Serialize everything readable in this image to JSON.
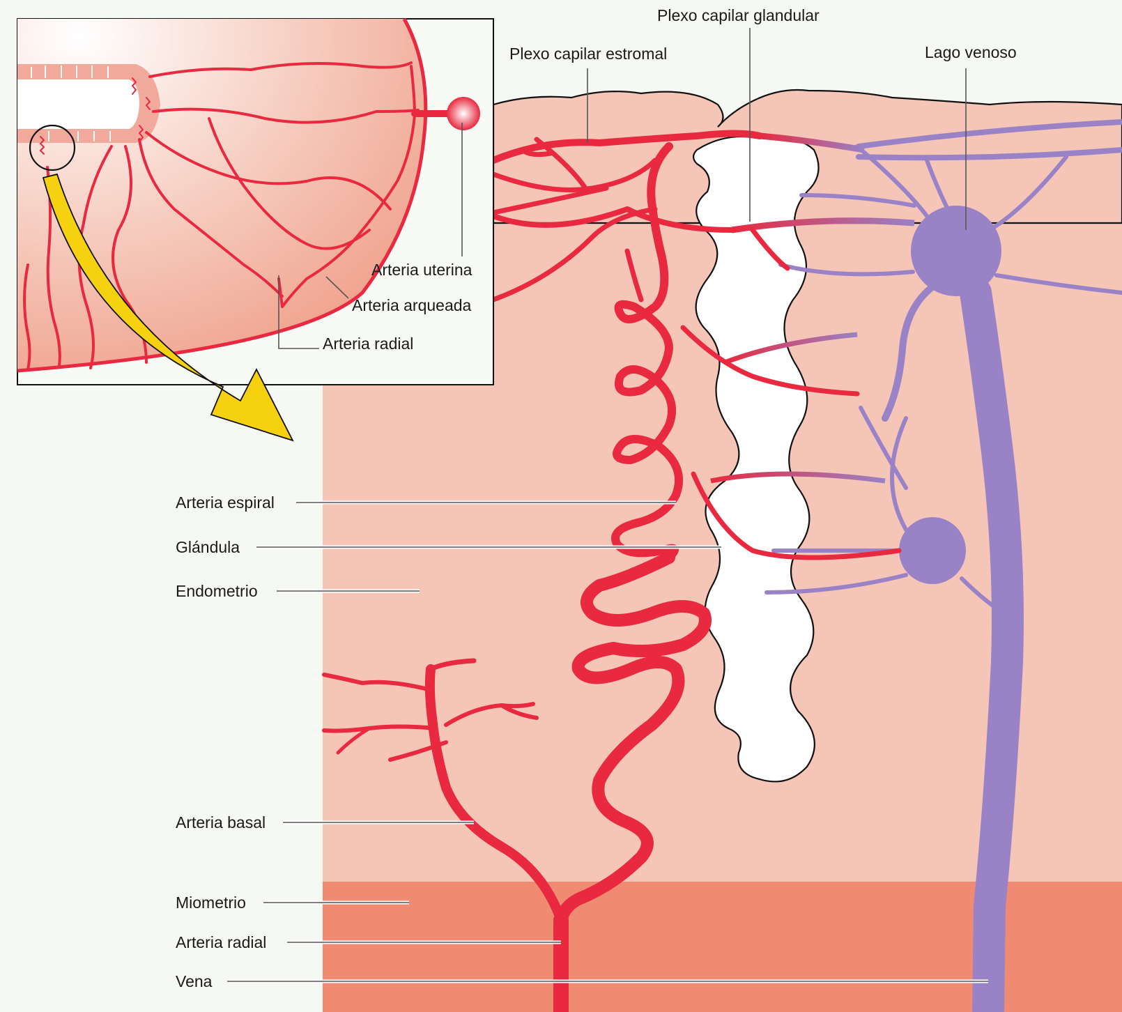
{
  "labels": {
    "plexo_capilar_glandular": "Plexo capilar glandular",
    "plexo_capilar_estromal": "Plexo capilar estromal",
    "lago_venoso": "Lago venoso",
    "arteria_uterina": "Arteria uterina",
    "arteria_arqueada": "Arteria arqueada",
    "arteria_radial_inset": "Arteria radial",
    "arteria_espiral": "Arteria espiral",
    "glandula": "Glándula",
    "endometrio": "Endometrio",
    "arteria_basal": "Arteria basal",
    "miometrio": "Miometrio",
    "arteria_radial": "Arteria radial",
    "vena": "Vena"
  },
  "colors": {
    "endometrium": "#f5c5b8",
    "myometrium": "#f08a72",
    "artery": "#e8293f",
    "vein": "#9982c6",
    "arrow": "#f5d10f",
    "background": "#f6f8f4"
  }
}
